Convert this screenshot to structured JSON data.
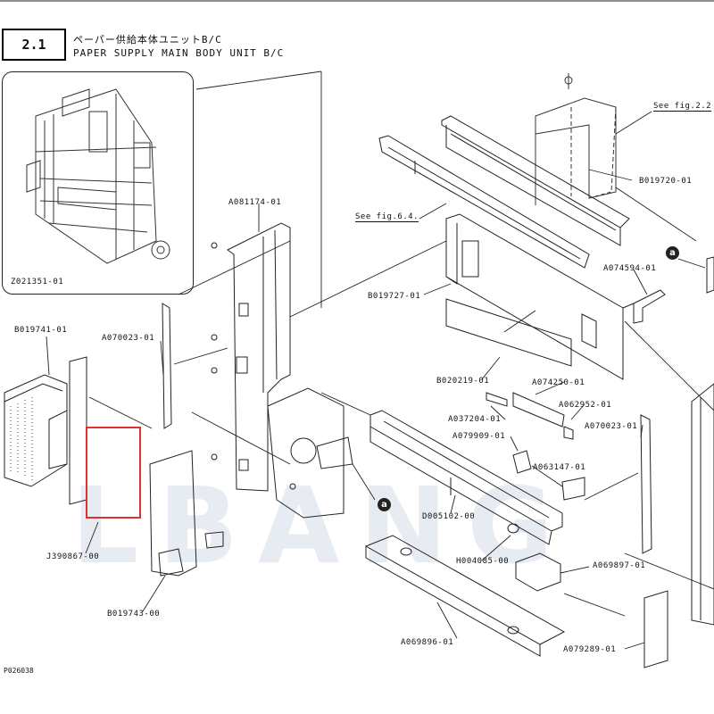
{
  "header": {
    "section_number": "2.1",
    "title_jp": "ペーパー供給本体ユニットB/C",
    "title_en": "PAPER SUPPLY MAIN BODY UNIT B/C"
  },
  "inset": {
    "assembly_code": "Z021351-01"
  },
  "watermark": {
    "text": "LBANG"
  },
  "figure_ref": "P026038",
  "see_refs": [
    {
      "id": "see-fig-22",
      "text": "See fig.2.2"
    },
    {
      "id": "see-fig-64",
      "text": "See fig.6.4."
    }
  ],
  "markers": {
    "a": "a"
  },
  "parts": [
    {
      "id": "B019720-01",
      "text": "B019720-01"
    },
    {
      "id": "A081174-01",
      "text": "A081174-01"
    },
    {
      "id": "B019727-01",
      "text": "B019727-01"
    },
    {
      "id": "A074594-01",
      "text": "A074594-01"
    },
    {
      "id": "B019741-01",
      "text": "B019741-01"
    },
    {
      "id": "A070023-01-left",
      "text": "A070023-01"
    },
    {
      "id": "B020219-01",
      "text": "B020219-01"
    },
    {
      "id": "A074250-01",
      "text": "A074250-01"
    },
    {
      "id": "A037204-01",
      "text": "A037204-01"
    },
    {
      "id": "A062952-01",
      "text": "A062952-01"
    },
    {
      "id": "A079909-01",
      "text": "A079909-01"
    },
    {
      "id": "A070023-01-right",
      "text": "A070023-01"
    },
    {
      "id": "A063147-01",
      "text": "A063147-01"
    },
    {
      "id": "D005102-00",
      "text": "D005102-00"
    },
    {
      "id": "J390867-00",
      "text": "J390867-00"
    },
    {
      "id": "H004085-00",
      "text": "H004085-00"
    },
    {
      "id": "A069897-01",
      "text": "A069897-01"
    },
    {
      "id": "B019743-00",
      "text": "B019743-00"
    },
    {
      "id": "A069896-01",
      "text": "A069896-01"
    },
    {
      "id": "A079289-01",
      "text": "A079289-01"
    }
  ],
  "colors": {
    "line": "#222222",
    "highlight": "#e03131",
    "watermark": "#7896be"
  }
}
